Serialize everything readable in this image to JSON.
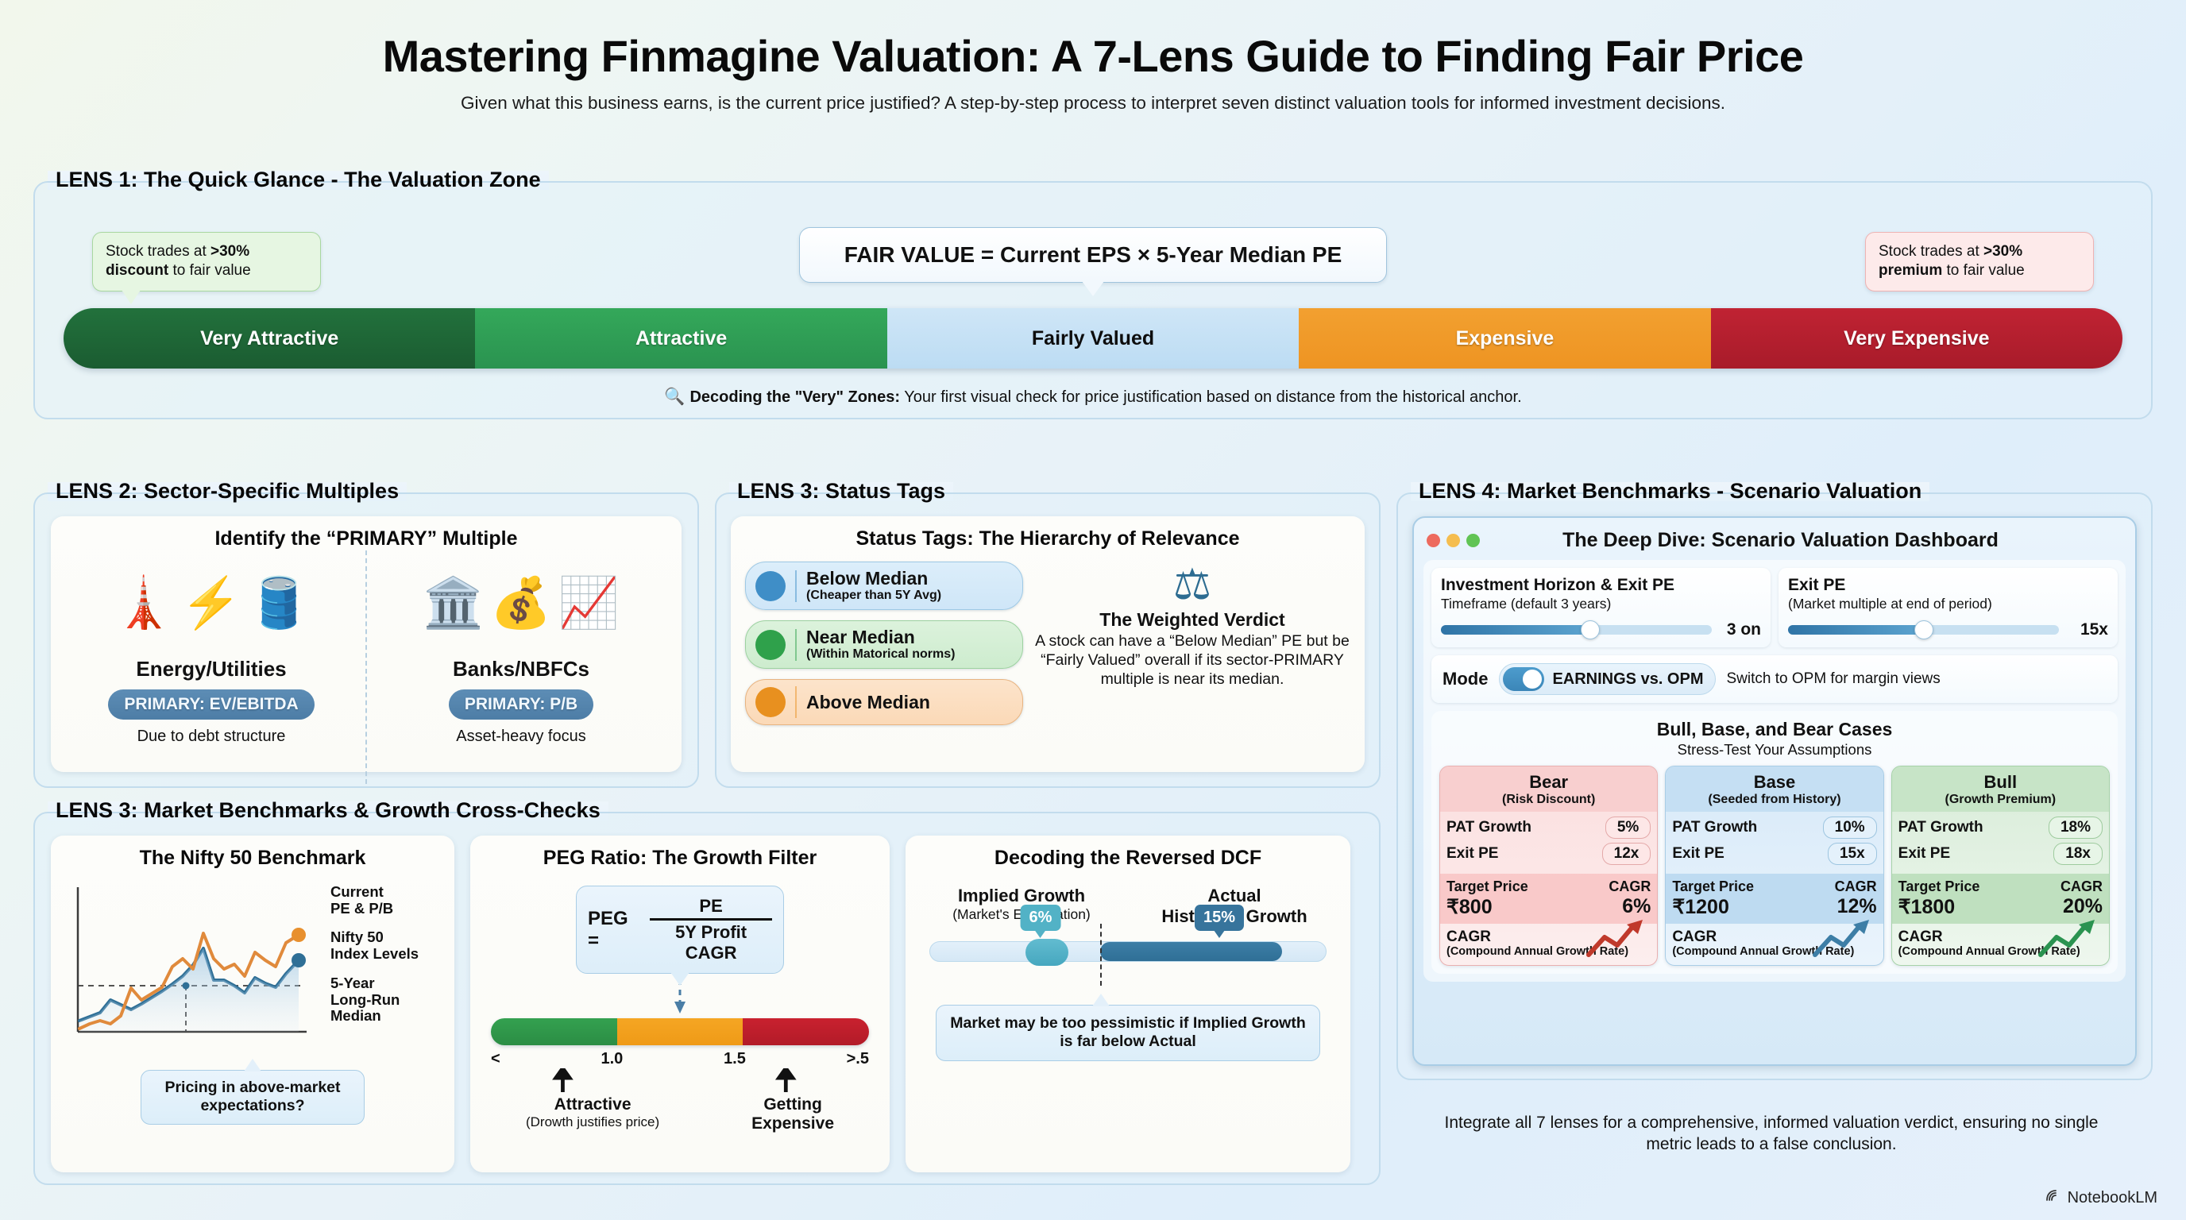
{
  "header": {
    "title": "Mastering Finmagine Valuation: A 7-Lens Guide to Finding Fair Price",
    "subtitle": "Given what this business earns, is the current price justified? A step-by-step process to interpret seven distinct valuation tools for informed investment decisions."
  },
  "lens1": {
    "title": "LENS 1: The Quick Glance - The Valuation Zone",
    "left_callout": {
      "pre": "Stock trades at ",
      "strong1": ">30%",
      "mid": " ",
      "strong2": "discount",
      "post": " to fair value"
    },
    "right_callout": {
      "pre": "Stock trades at ",
      "strong1": ">30%",
      "mid": " ",
      "strong2": "premium",
      "post": " to fair value"
    },
    "formula": "FAIR VALUE = Current EPS × 5-Year Median PE",
    "zones": [
      "Very Attractive",
      "Attractive",
      "Fairly Valued",
      "Expensive",
      "Very Expensive"
    ],
    "zone_colors": [
      "#1b5c31",
      "#2a9350",
      "#bcdcf3",
      "#ee9422",
      "#a81b2a"
    ],
    "decode_icon": "magnifier-dollar-icon",
    "decode_bold": "Decoding the \"Very\" Zones:",
    "decode_rest": " Your first visual check for price justification based on distance from the historical anchor."
  },
  "lens2": {
    "title": "LENS 2: Sector-Specific Multiples",
    "card_title": "Identify the “PRIMARY” Multiple",
    "sectors": [
      {
        "icons": [
          "🗼",
          "⚡",
          "🛢️"
        ],
        "name": "Energy/Utilities",
        "pill": "PRIMARY: EV/EBITDA",
        "note": "Due to debt structure"
      },
      {
        "icons": [
          "🏛️",
          "💰",
          "📈"
        ],
        "name": "Banks/NBFCs",
        "pill": "PRIMARY: P/B",
        "note": "Asset-heavy focus"
      }
    ]
  },
  "lens3a": {
    "title": "LENS 3: Status Tags",
    "card_title": "Status Tags: The Hierarchy of Relevance",
    "tags": [
      {
        "color": "#3f8ec7",
        "main": "Below Median",
        "sub": "(Cheaper than 5Y Avg)",
        "tone": "blue"
      },
      {
        "color": "#2fa14b",
        "main": "Near Median",
        "sub": "(Within Matorical norms)",
        "tone": "green"
      },
      {
        "color": "#e8901f",
        "main": "Above Median",
        "sub": "",
        "tone": "orange"
      }
    ],
    "verdict": {
      "icon": "balance-scale-icon",
      "title": "The Weighted Verdict",
      "body": "A stock can have a “Below Median” PE but be “Fairly Valued” overall if its sector-PRIMARY multiple is near its median."
    }
  },
  "lens3b": {
    "title": "LENS 3: Market Benchmarks & Growth Cross-Checks",
    "nifty": {
      "card_title": "The Nifty 50 Benchmark",
      "legend": [
        {
          "color": "#e08a3c",
          "label": "Current\nPE & P/B"
        },
        {
          "color": "#2f6f96",
          "label": "Nifty 50\nIndex Levels"
        },
        {
          "color": "#555555",
          "label": "5-Year\nLong-Run\nMedian"
        }
      ],
      "bubble": "Pricing in above-market expectations?"
    },
    "peg": {
      "card_title": "PEG Ratio: The Growth Filter",
      "formula_lhs": "PEG =",
      "formula_num": "PE",
      "formula_den": "5Y Profit CAGR",
      "scale": [
        "<",
        "1.0",
        "1.5",
        ">.5"
      ],
      "labels": [
        {
          "bold": "Attractive",
          "sub": "(Drowth justifies price)"
        },
        {
          "bold": "Getting",
          "sub": "Expensive"
        }
      ]
    },
    "dcf": {
      "card_title": "Decoding the Reversed DCF",
      "left": {
        "title": "Implied Growth",
        "sub": "(Market's Expectation)",
        "value": "6%"
      },
      "right": {
        "title": "Actual",
        "sub": "Historical Growth",
        "value": "15%"
      },
      "bubble": "Market may be too pessimistic if Implied Growth is far below Actual"
    }
  },
  "lens4": {
    "title": "LENS 4: Market Benchmarks - Scenario Valuation",
    "window_title": "The Deep Dive: Scenario Valuation Dashboard",
    "sliders": [
      {
        "title": "Investment Horizon & Exit PE",
        "sub": "Timeframe (default 3 years)",
        "value": "3 on",
        "fill_pct": 55
      },
      {
        "title": "Exit PE",
        "sub": "(Market multiple at end of period)",
        "value": "15x",
        "fill_pct": 50
      }
    ],
    "mode": {
      "label": "Mode",
      "toggle_label": "EARNINGS vs. OPM",
      "note": "Switch to OPM for margin views"
    },
    "cases_title": "Bull, Base, and Bear Cases",
    "cases_sub": "Stress-Test Your Assumptions",
    "cases": [
      {
        "tone": "bear",
        "name": "Bear",
        "sub": "(Risk Discount)",
        "rows": [
          {
            "k": "PAT Growth",
            "v": "5%"
          },
          {
            "k": "Exit PE",
            "v": "12x"
          }
        ],
        "target_label": "Target Price",
        "cagr_label": "CAGR",
        "target_value": "₹800",
        "cagr_value": "6%",
        "foot_b": "CAGR",
        "foot_s": "(Compound Annual Growth Rate)",
        "arrow_color": "#c0392b"
      },
      {
        "tone": "base",
        "name": "Base",
        "sub": "(Seeded from History)",
        "rows": [
          {
            "k": "PAT Growth",
            "v": "10%"
          },
          {
            "k": "Exit PE",
            "v": "15x"
          }
        ],
        "target_label": "Target Price",
        "cagr_label": "CAGR",
        "target_value": "₹1200",
        "cagr_value": "12%",
        "foot_b": "CAGR",
        "foot_s": "(Compound Annual Growth Rate)",
        "arrow_color": "#3d7ea6"
      },
      {
        "tone": "bull",
        "name": "Bull",
        "sub": "(Growth Premium)",
        "rows": [
          {
            "k": "PAT Growth",
            "v": "18%"
          },
          {
            "k": "Exit PE",
            "v": "18x"
          }
        ],
        "target_label": "Target Price",
        "cagr_label": "CAGR",
        "target_value": "₹1800",
        "cagr_value": "20%",
        "foot_b": "CAGR",
        "foot_s": "(Compound Annual Growth Rate)",
        "arrow_color": "#2a9350"
      }
    ],
    "footer": "Integrate all 7 lenses for a comprehensive, informed valuation verdict, ensuring no single metric leads to a false conclusion."
  },
  "brand": {
    "icon": "notebooklm-icon",
    "label": "NotebookLM"
  },
  "chart_data": {
    "type": "line",
    "title": "The Nifty 50 Benchmark",
    "xlabel": "",
    "ylabel": "",
    "grid": false,
    "legend_position": "right",
    "annotations": [
      "5-Year Long-Run Median (dashed horizontal)",
      "Pricing in above-market expectations?"
    ],
    "series": [
      {
        "name": "Current PE & P/B",
        "color": "#e08a3c",
        "values": [
          8,
          12,
          15,
          12,
          20,
          40,
          30,
          34,
          38,
          54,
          60,
          52,
          82,
          60,
          48,
          52,
          42,
          62,
          56,
          50,
          70,
          76
        ]
      },
      {
        "name": "Nifty 50 Index Levels",
        "color": "#2f6f96",
        "values": [
          22,
          24,
          27,
          34,
          30,
          28,
          30,
          33,
          36,
          40,
          44,
          48,
          56,
          40,
          40,
          37,
          32,
          40,
          38,
          36,
          42,
          50
        ]
      }
    ],
    "median_line": 33
  }
}
